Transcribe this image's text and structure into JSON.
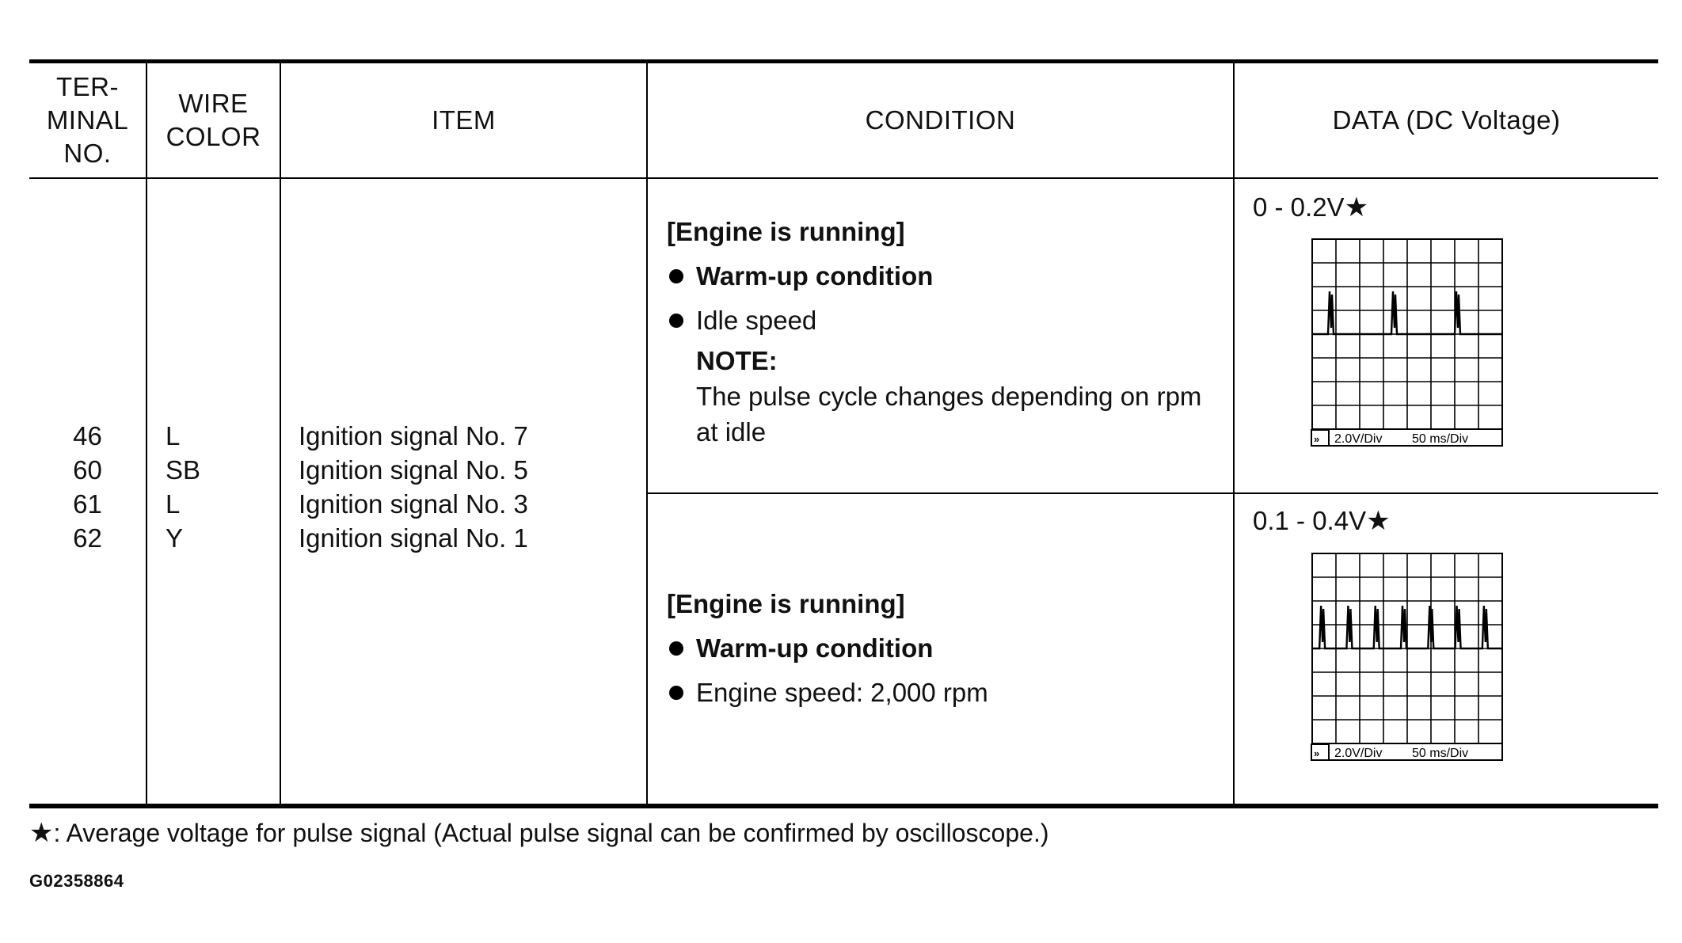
{
  "headers": {
    "terminal": [
      "TER-",
      "MINAL",
      "NO."
    ],
    "wire": [
      "WIRE",
      "COLOR"
    ],
    "item": "ITEM",
    "condition": "CONDITION",
    "data": "DATA (DC Voltage)"
  },
  "rows": {
    "terminals": [
      "46",
      "60",
      "61",
      "62"
    ],
    "wire_colors": [
      "L",
      "SB",
      "L",
      "Y"
    ],
    "items": [
      "Ignition signal No. 7",
      "Ignition signal No. 5",
      "Ignition signal No. 3",
      "Ignition signal No. 1"
    ]
  },
  "conditions": [
    {
      "title": "[Engine is running]",
      "bullets": [
        "Warm-up condition",
        "Idle speed"
      ],
      "note_title": "NOTE:",
      "note_lines": [
        "The pulse cycle changes depending on rpm",
        "at idle"
      ],
      "voltage": "0 - 0.2V",
      "scope": {
        "volt_div": "2.0V/Div",
        "time_div": "50 ms/Div",
        "pulse_count": 3
      }
    },
    {
      "title": "[Engine is running]",
      "bullets": [
        "Warm-up condition",
        "Engine speed: 2,000 rpm"
      ],
      "voltage": "0.1 - 0.4V",
      "scope": {
        "volt_div": "2.0V/Div",
        "time_div": "50 ms/Div",
        "pulse_count": 7
      }
    }
  ],
  "footnote": ": Average voltage for pulse signal (Actual pulse signal can be confirmed by oscilloscope.)",
  "figure_id": "G02358864",
  "icons": {
    "star": "star-icon",
    "scope_marker": "double-chevron-icon"
  }
}
